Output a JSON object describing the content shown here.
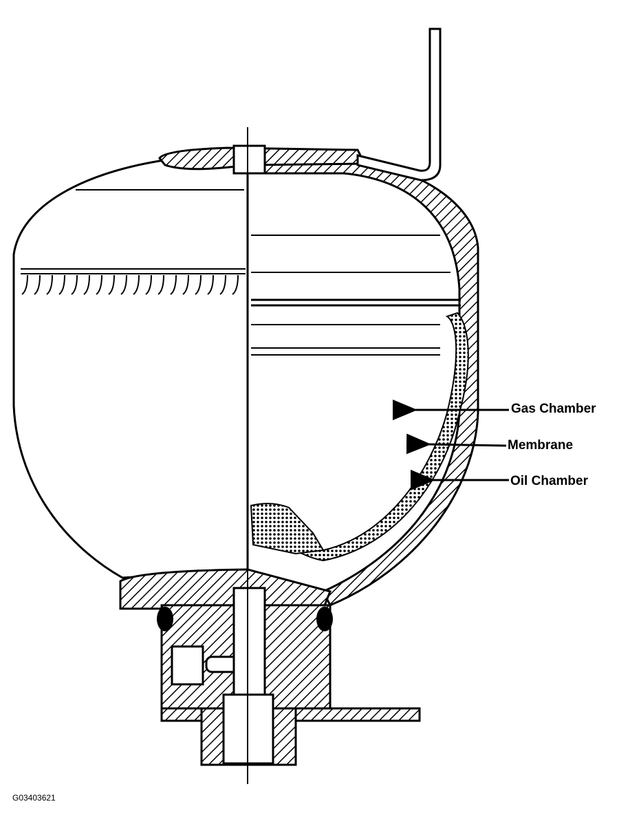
{
  "callouts": {
    "gas_chamber": "Gas Chamber",
    "membrane": "Membrane",
    "oil_chamber": "Oil Chamber"
  },
  "figure_id": "G03403621",
  "colors": {
    "ink": "#000000",
    "paper": "#ffffff"
  }
}
